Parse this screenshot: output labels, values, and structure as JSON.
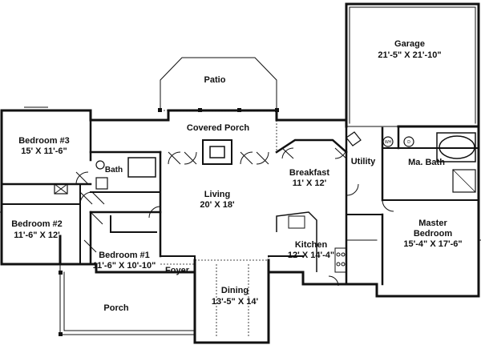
{
  "plan": {
    "rooms": [
      {
        "id": "garage",
        "name": "Garage",
        "dims": "21'-5\" X 21'-10\""
      },
      {
        "id": "patio",
        "name": "Patio",
        "dims": ""
      },
      {
        "id": "covered-porch",
        "name": "Covered Porch",
        "dims": ""
      },
      {
        "id": "bedroom-3",
        "name": "Bedroom #3",
        "dims": "15' X 11'-6\""
      },
      {
        "id": "bath",
        "name": "Bath",
        "dims": ""
      },
      {
        "id": "breakfast",
        "name": "Breakfast",
        "dims": "11' X 12'"
      },
      {
        "id": "utility",
        "name": "Utility",
        "dims": ""
      },
      {
        "id": "master-bath",
        "name": "Ma. Bath",
        "dims": ""
      },
      {
        "id": "living",
        "name": "Living",
        "dims": "20' X 18'"
      },
      {
        "id": "bedroom-2",
        "name": "Bedroom #2",
        "dims": "11'-6\" X 12'"
      },
      {
        "id": "master-bedroom",
        "name": "Master",
        "dims": "Bedroom"
      },
      {
        "id": "master-bedroom-size",
        "name": "15'-4\" X 17'-6\"",
        "dims": ""
      },
      {
        "id": "kitchen",
        "name": "Kitchen",
        "dims": "12' X 14'-4\""
      },
      {
        "id": "bedroom-1",
        "name": "Bedroom #1",
        "dims": "11'-6\" X 10'-10\""
      },
      {
        "id": "foyer",
        "name": "Foyer",
        "dims": ""
      },
      {
        "id": "dining",
        "name": "Dining",
        "dims": "13'-5\" X 14'"
      },
      {
        "id": "porch",
        "name": "Porch",
        "dims": ""
      }
    ],
    "fixtures": {
      "washer": "WH",
      "dryer": "D"
    }
  }
}
